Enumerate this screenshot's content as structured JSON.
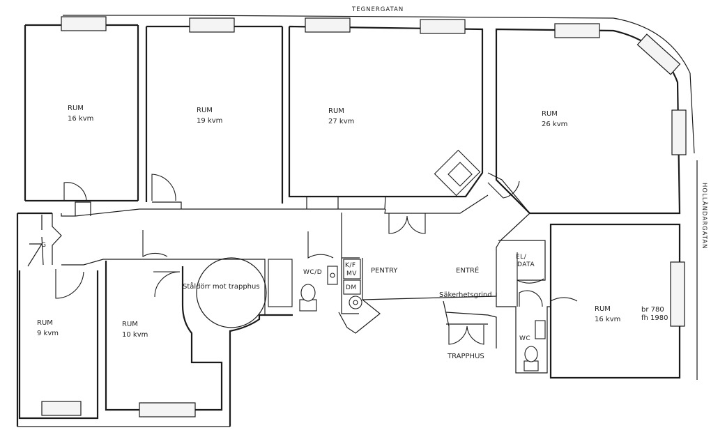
{
  "streets": {
    "north": "TEGNERGATAN",
    "east": "HOLLÄNDARGATAN"
  },
  "rooms": [
    {
      "id": "rum-16a",
      "name": "RUM",
      "area": "16 kvm"
    },
    {
      "id": "rum-19",
      "name": "RUM",
      "area": "19 kvm"
    },
    {
      "id": "rum-27",
      "name": "RUM",
      "area": "27 kvm"
    },
    {
      "id": "rum-26",
      "name": "RUM",
      "area": "26 kvm"
    },
    {
      "id": "rum-9",
      "name": "RUM",
      "area": "9 kvm"
    },
    {
      "id": "rum-10",
      "name": "RUM",
      "area": "10 kvm"
    },
    {
      "id": "rum-16b",
      "name": "RUM",
      "area": "16 kvm",
      "extra1": "br 780",
      "extra2": "fh 1980"
    }
  ],
  "labels": {
    "pentry": "PENTRY",
    "entre": "ENTRÉ",
    "trapphus": "TRAPPHUS",
    "sakerhetsgrind": "Säkerhetsgrind",
    "staldorr": "Ståldörr mot trapphus",
    "wc_d": "WC/D",
    "wc": "WC",
    "kf": "K/F",
    "mv": "MV",
    "dm": "DM",
    "el": "EL/",
    "data": "DATA",
    "g": "G"
  }
}
